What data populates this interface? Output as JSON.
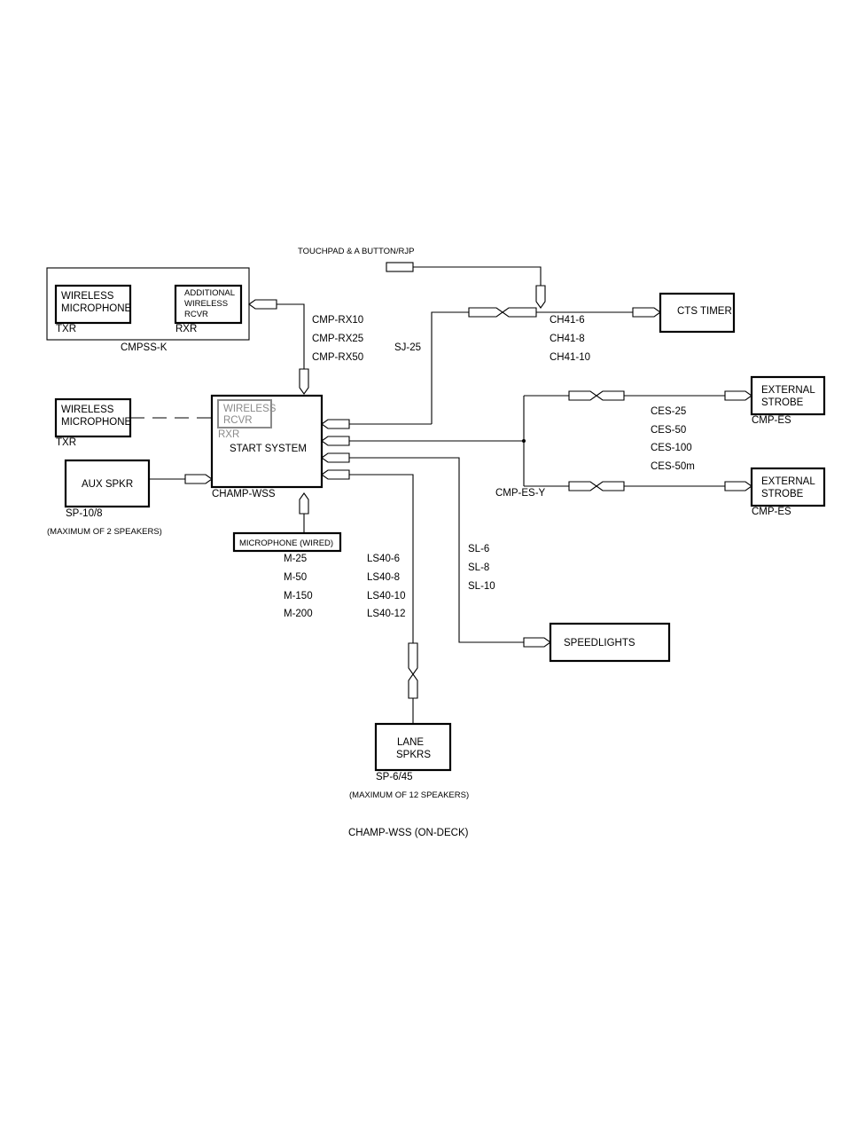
{
  "colors": {
    "ink": "#000000",
    "grey": "#8a8a8a",
    "background": "#ffffff"
  },
  "top": {
    "touchpad_label": "TOUCHPAD & A BUTTON/RJP"
  },
  "cmpss_kit": {
    "wireless_mic_line1": "WIRELESS",
    "wireless_mic_line2": "MICROPHONE",
    "txr_label": "TXR",
    "addl_rcvr_line1": "ADDITIONAL",
    "addl_rcvr_line2": "WIRELESS",
    "addl_rcvr_line3": "RCVR",
    "rxr_label": "RXR",
    "kit_name": "CMPSS-K"
  },
  "rx_cables": [
    "CMP-RX10",
    "CMP-RX25",
    "CMP-RX50"
  ],
  "sj_cable": "SJ-25",
  "timer": {
    "cables": [
      "CH41-6",
      "CH41-8",
      "CH41-10"
    ],
    "box_label": "CTS TIMER"
  },
  "left_wireless": {
    "line1": "WIRELESS",
    "line2": "MICROPHONE",
    "txr_label": "TXR"
  },
  "start_system": {
    "rcvr_line1": "WIRELESS",
    "rcvr_line2": "RCVR",
    "rxr_label": "RXR",
    "title": "START SYSTEM",
    "model": "CHAMP-WSS"
  },
  "aux_speaker": {
    "label": "AUX SPKR",
    "model": "SP-10/8",
    "note": "(MAXIMUM OF 2 SPEAKERS)"
  },
  "microphone": {
    "label": "MICROPHONE (WIRED)",
    "cables": [
      "M-25",
      "M-50",
      "M-150",
      "M-200"
    ]
  },
  "lane_cables": [
    "LS40-6",
    "LS40-8",
    "LS40-10",
    "LS40-12"
  ],
  "speedlight_cables": [
    "SL-6",
    "SL-8",
    "SL-10"
  ],
  "speedlights_label": "SPEEDLIGHTS",
  "lane_speakers": {
    "line1": "LANE",
    "line2": "SPKRS",
    "model": "SP-6/45",
    "note": "(MAXIMUM OF 12 SPEAKERS)"
  },
  "strobes": {
    "cables": [
      "CES-25",
      "CES-50",
      "CES-100",
      "CES-50m"
    ],
    "splitter": "CMP-ES-Y",
    "top_line1": "EXTERNAL",
    "top_line2": "STROBE",
    "top_model": "CMP-ES",
    "bottom_line1": "EXTERNAL",
    "bottom_line2": "STROBE",
    "bottom_model": "CMP-ES"
  },
  "caption": "CHAMP-WSS (ON-DECK)"
}
